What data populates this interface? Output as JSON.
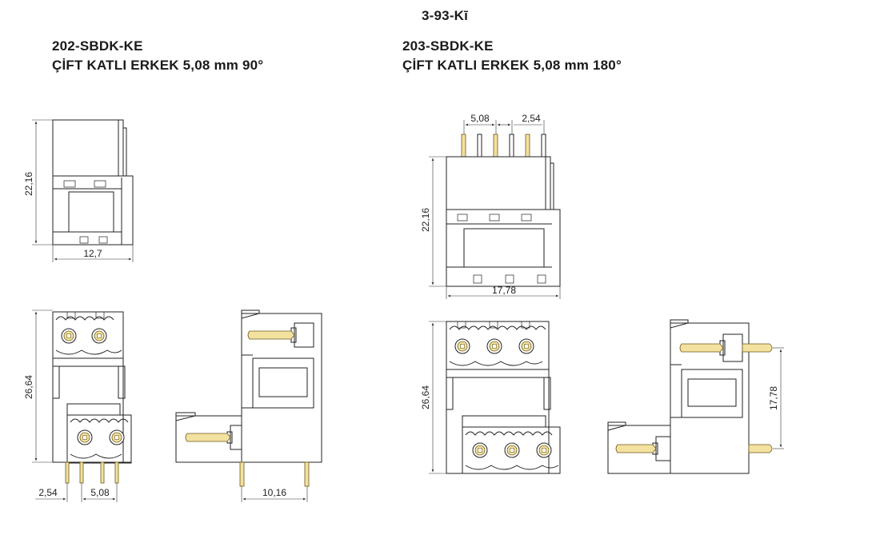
{
  "header_code": "3-93-Kī",
  "left": {
    "code": "202-SBDK-KE",
    "name": "ÇİFT KATLI ERKEK 5,08 mm 90°",
    "dims": {
      "height": "22,16",
      "width": "12,7",
      "bottom_height": "26,64",
      "pitch_a": "2,54",
      "pitch_b": "5,08",
      "side_width": "10,16"
    }
  },
  "right": {
    "code": "203-SBDK-KE",
    "name": "ÇİFT KATLI ERKEK 5,08 mm 180°",
    "dims": {
      "pitch_a": "5,08",
      "pitch_b": "2,54",
      "height": "22,16",
      "width": "17,78",
      "bottom_height": "26,64",
      "side_height": "17,78"
    }
  },
  "colors": {
    "pin": "#f3e1a0",
    "line": "#222222"
  }
}
